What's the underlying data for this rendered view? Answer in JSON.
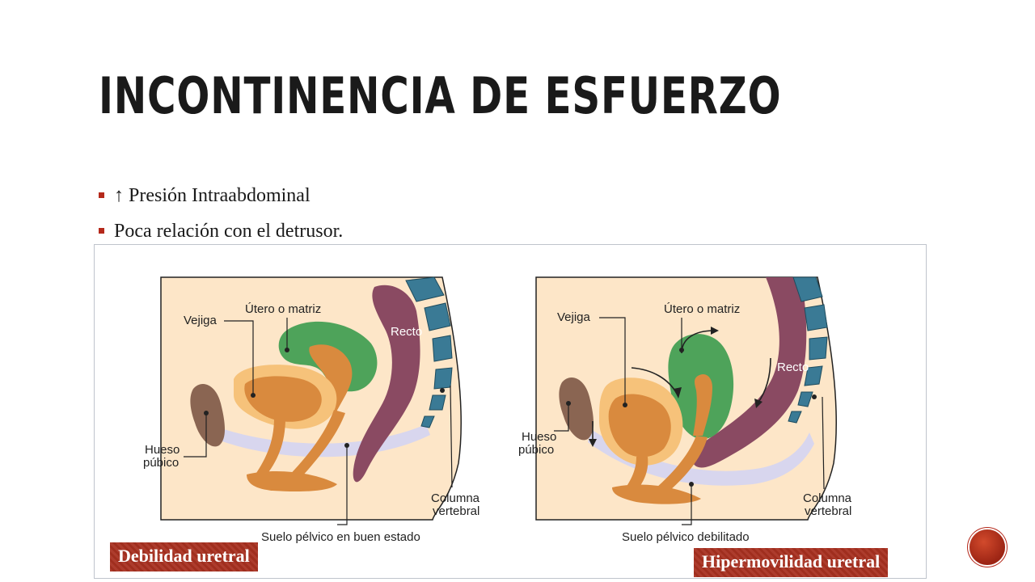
{
  "slide": {
    "title": "INCONTINENCIA DE ESFUERZO",
    "bullets": [
      "↑ Presión Intraabdominal",
      "Poca relación con el detrusor."
    ]
  },
  "figure": {
    "left_panel": {
      "labels": {
        "vejiga": "Vejiga",
        "utero": "Útero o matriz",
        "recto": "Recto",
        "hueso": "Hueso",
        "pubico": "púbico",
        "columna": "Columna",
        "vertebral": "vertebral",
        "suelo": "Suelo pélvico en buen estado"
      },
      "caption": "Debilidad uretral"
    },
    "right_panel": {
      "labels": {
        "vejiga": "Vejiga",
        "utero": "Útero o matriz",
        "recto": "Recto",
        "hueso": "Hueso",
        "pubico": "púbico",
        "columna": "Columna",
        "vertebral": "vertebral",
        "suelo": "Suelo pélvico debilitado"
      },
      "caption": "Hipermovilidad uretral"
    }
  },
  "colors": {
    "accent": "#b5291b",
    "skin": "#fde6c8",
    "bladder": "#f6c27a",
    "uterus": "#4ea35a",
    "rectum": "#8a4a62",
    "vertebra": "#3a7a95",
    "bone": "#8a6552",
    "organ_orange": "#d98a3e",
    "pelvic_floor": "#d8d6ee"
  }
}
